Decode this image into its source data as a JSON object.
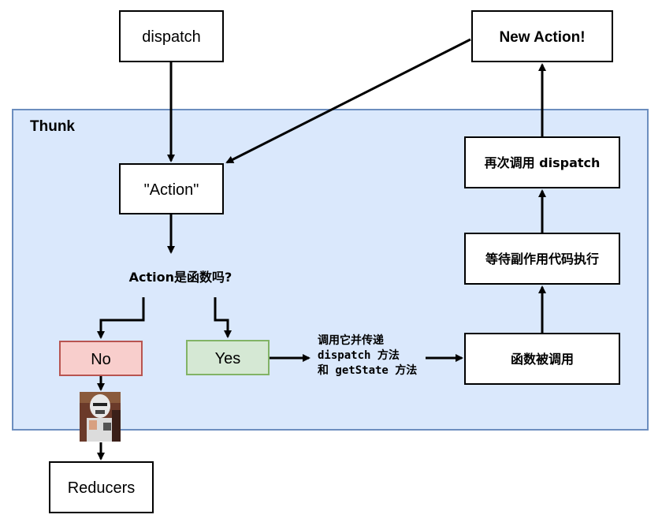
{
  "colors": {
    "thunk_fill": "#dae8fc",
    "thunk_stroke": "#6c8ebf",
    "no_fill": "#f8cecc",
    "no_stroke": "#b85450",
    "yes_fill": "#d5e8d4",
    "yes_stroke": "#82b366",
    "box_fill": "#ffffff",
    "box_stroke": "#000000"
  },
  "thunk": {
    "label": "Thunk"
  },
  "nodes": {
    "dispatch": "dispatch",
    "new_action": "New Action!",
    "action": "\"Action\"",
    "question": "Action是函数吗?",
    "no": "No",
    "yes": "Yes",
    "reducers": "Reducers",
    "call_pass": [
      "调用它并传递",
      "dispatch 方法",
      "和 getState 方法"
    ],
    "fn_called": "函数被调用",
    "wait_side_effect": "等待副作用代码执行",
    "call_dispatch_again": "再次调用 dispatch"
  },
  "icons": {
    "stormtrooper": "stormtrooper-photo"
  }
}
